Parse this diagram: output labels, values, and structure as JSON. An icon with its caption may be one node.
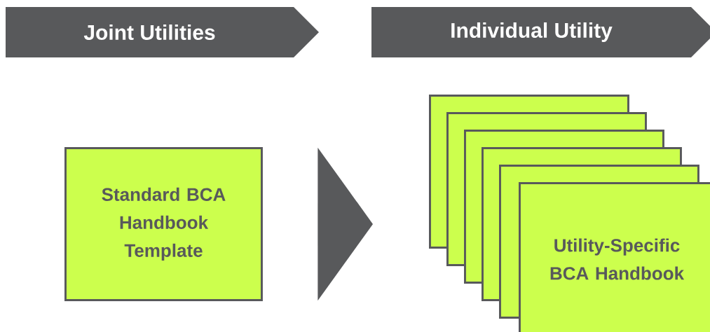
{
  "diagram": {
    "nodes": [
      {
        "text": [
          "Joint Utilities"
        ]
      },
      {
        "text": [
          "Individual Utility"
        ]
      },
      {
        "text": [
          "Standard BCA Handbook Template"
        ]
      },
      {
        "text": [],
        "shape": "box"
      },
      {
        "text": [],
        "shape": "box"
      },
      {
        "text": [],
        "shape": "box"
      },
      {
        "text": [],
        "shape": "box"
      },
      {
        "text": [],
        "shape": "box"
      },
      {
        "text": [
          "Utility-Specific BCA Handbook"
        ]
      }
    ],
    "edges": [
      {
        "from": 2,
        "to": 3,
        "arrow": "to"
      }
    ]
  }
}
